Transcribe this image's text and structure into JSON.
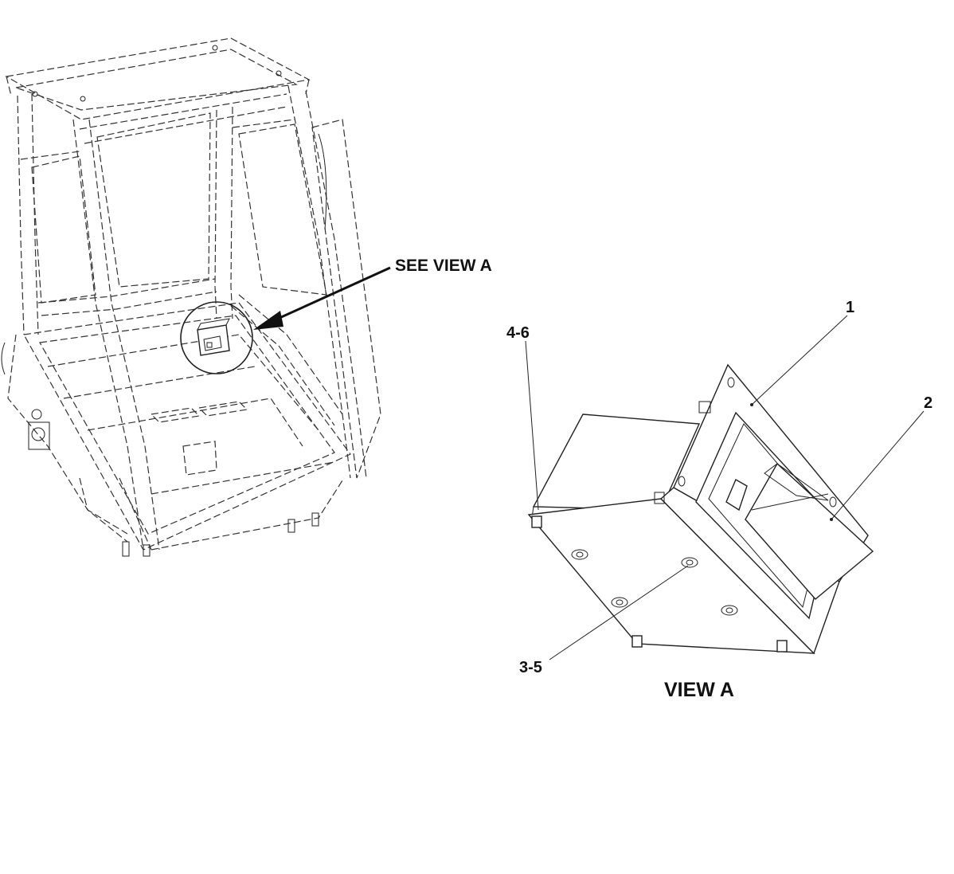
{
  "labels": {
    "see_view": "SEE VIEW A",
    "view_title": "VIEW A",
    "callout_1": "1",
    "callout_2": "2",
    "callout_3_5": "3-5",
    "callout_4_6": "4-6"
  },
  "colors": {
    "line": "#222222",
    "background": "#ffffff"
  }
}
